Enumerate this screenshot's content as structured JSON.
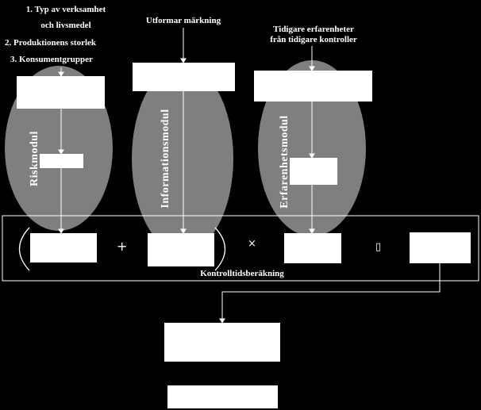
{
  "inputs": {
    "risk_line1": "1. Typ av verksamhet",
    "risk_line2": "och livsmedel",
    "risk_line3": "2. Produktionens storlek",
    "risk_line4": "3. Konsumentgrupper",
    "info": "Utformar märkning",
    "exp_line1": "Tidigare erfarenheter",
    "exp_line2": "från tidigare kontroller"
  },
  "modules": {
    "risk": "Riskmodul",
    "info": "Informationsmodul",
    "exp": "Erfarenhetsmodul"
  },
  "formula": {
    "label": "Kontrolltidsberäkning",
    "plus": "+",
    "times": "×",
    "equals": "▯"
  },
  "colors": {
    "background": "#000000",
    "ellipse": "#7f7f7f",
    "box": "#ffffff",
    "line": "#ffffff"
  }
}
